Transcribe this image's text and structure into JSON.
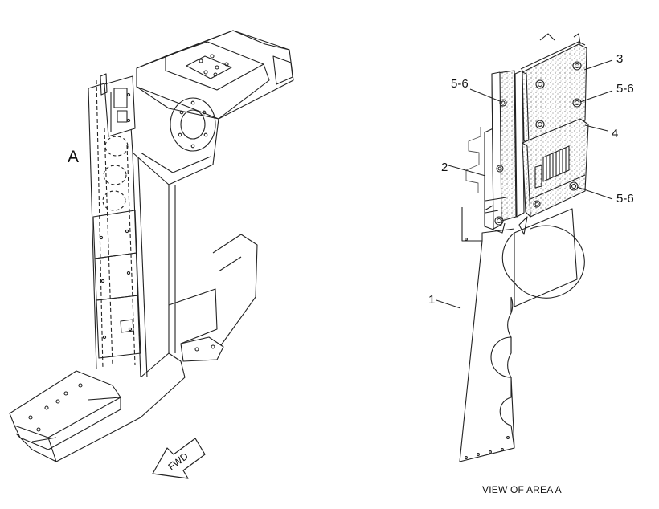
{
  "labels": {
    "area_marker": "A",
    "fwd_arrow": "FWD",
    "view_caption": "VIEW OF AREA  A"
  },
  "callouts": {
    "c1": "1",
    "c2": "2",
    "c3": "3",
    "c4": "4",
    "c56_top_left": "5-6",
    "c56_top_right": "5-6",
    "c56_lower_right": "5-6"
  },
  "colors": {
    "line": "#222222",
    "text": "#111111",
    "stipple": "#777777",
    "background": "#ffffff"
  }
}
